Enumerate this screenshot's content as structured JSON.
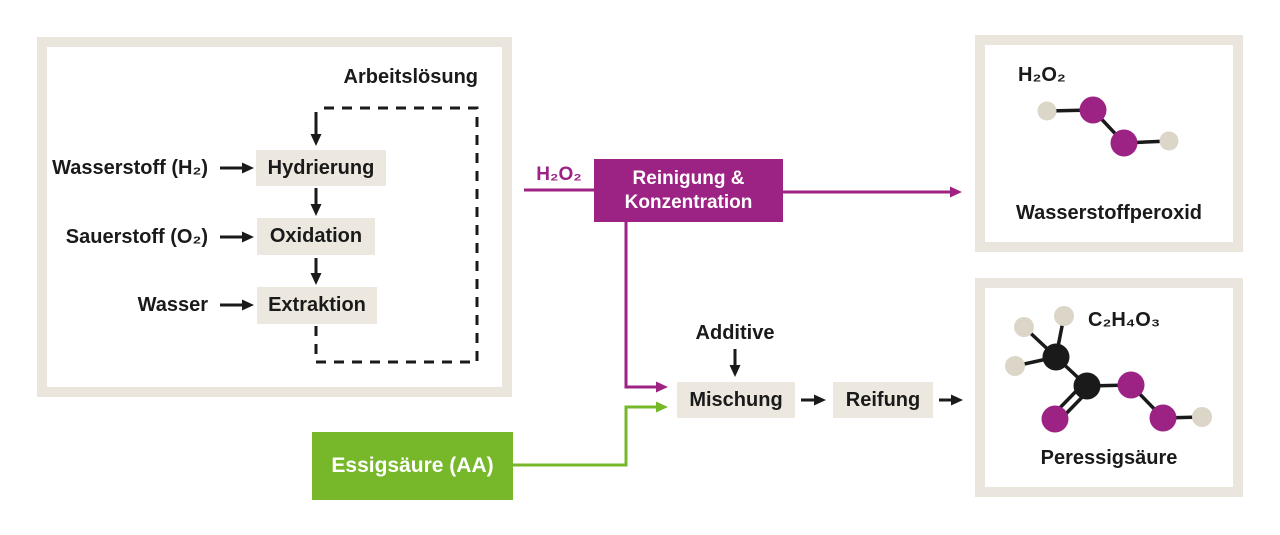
{
  "colors": {
    "purple": "#9c2383",
    "green": "#76b82a",
    "beige": "#eae6dd",
    "beige_dark": "#dcd6c8",
    "ink": "#1a1a1a"
  },
  "left_panel": {
    "title": "Arbeitslösung",
    "inputs": [
      {
        "label": "Wasserstoff (H₂)"
      },
      {
        "label": "Sauerstoff (O₂)"
      },
      {
        "label": "Wasser"
      }
    ],
    "steps": [
      {
        "label": "Hydrierung"
      },
      {
        "label": "Oxidation"
      },
      {
        "label": "Extraktion"
      }
    ]
  },
  "middle": {
    "h2o2_stream_label": "H₂O₂",
    "process_box": {
      "line1": "Reinigung &",
      "line2": "Konzentration"
    },
    "additive_label": "Additive",
    "mischung_label": "Mischung",
    "reifung_label": "Reifung",
    "essigsaeure_label": "Essigsäure (AA)"
  },
  "right_top": {
    "formula": "H₂O₂",
    "name": "Wasserstoffperoxid"
  },
  "right_bottom": {
    "formula": "C₂H₄O₃",
    "name": "Peressigsäure"
  }
}
